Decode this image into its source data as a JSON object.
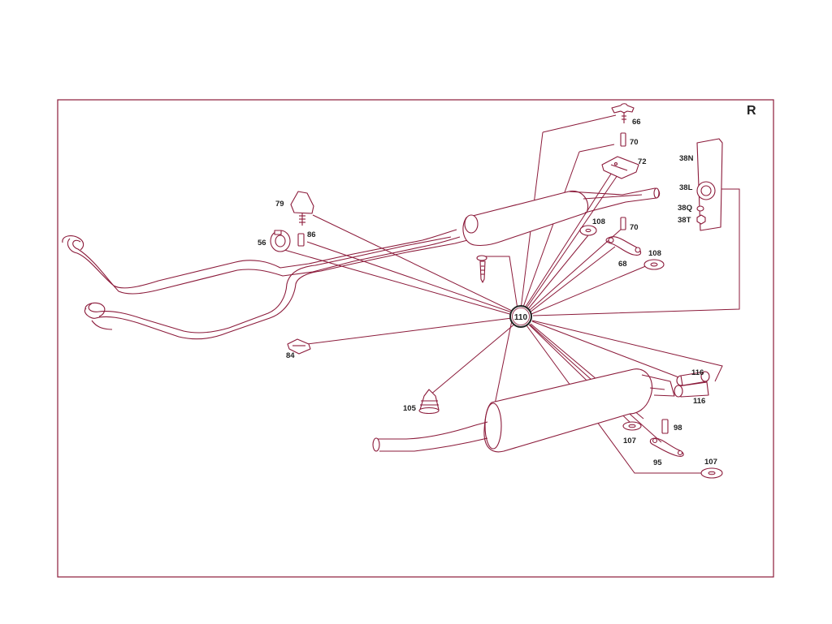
{
  "diagram": {
    "corner_label": "R",
    "hub_label": "110",
    "colors": {
      "line": "#8b1a3a",
      "text": "#222222",
      "background": "#ffffff"
    },
    "labels": {
      "p66": "66",
      "p70a": "70",
      "p72": "72",
      "p38N": "38N",
      "p38L": "38L",
      "p38Q": "38Q",
      "p38T": "38T",
      "p79": "79",
      "p86": "86",
      "p56": "56",
      "p108a": "108",
      "p70b": "70",
      "p68": "68",
      "p108b": "108",
      "p84": "84",
      "p105": "105",
      "p116a": "116",
      "p116b": "116",
      "p98": "98",
      "p107a": "107",
      "p95": "95",
      "p107b": "107"
    }
  }
}
